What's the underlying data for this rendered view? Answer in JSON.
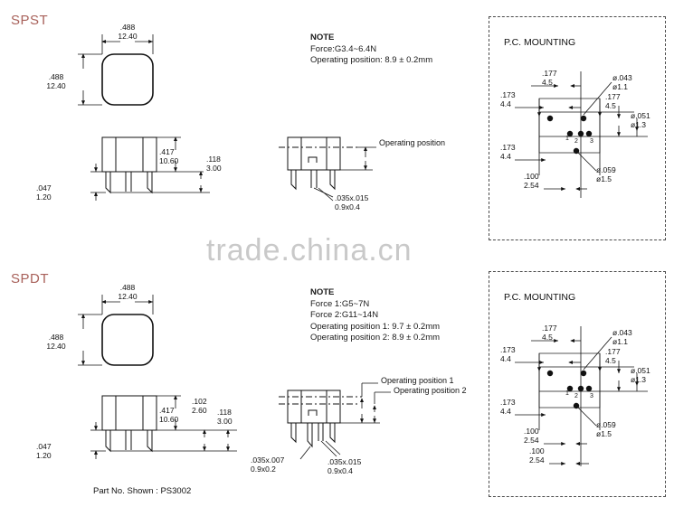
{
  "page": {
    "watermark": "trade.china.cn",
    "part_number_note": "Part No. Shown : PS3002"
  },
  "sections": [
    {
      "id": "spst",
      "label": "SPST",
      "top_view": {
        "width_dim": {
          "inch": ".488",
          "mm": "12.40"
        },
        "height_dim": {
          "inch": ".488",
          "mm": "12.40"
        }
      },
      "side_view": {
        "body_height": {
          "inch": ".417",
          "mm": "10.60"
        },
        "lead_offset": {
          "inch": ".118",
          "mm": "3.00"
        },
        "seat_height": {
          "inch": ".047",
          "mm": "1.20"
        }
      },
      "front_view": {
        "operating_labels": [
          "Operating position"
        ],
        "lead_section": {
          "inch": ".035x.015",
          "mm": "0.9x0.4"
        }
      },
      "note": {
        "title": "NOTE",
        "lines": [
          "Force:G3.4~6.4N",
          "Operating position: 8.9 ± 0.2mm"
        ]
      },
      "pc_mounting": {
        "title": "P.C. MOUNTING",
        "dims": [
          {
            "inch": ".177",
            "mm": "4.5"
          },
          {
            "inch": ".173",
            "mm": "4.4"
          },
          {
            "inch": ".173",
            "mm": "4.4"
          },
          {
            "inch": ".177",
            "mm": "4.5"
          },
          {
            "inch": ".100",
            "mm": "2.54"
          }
        ],
        "holes": [
          {
            "inch": "ø.043",
            "mm": "ø1.1"
          },
          {
            "inch": "ø.051",
            "mm": "ø1.3"
          },
          {
            "inch": "ø.059",
            "mm": "ø1.5"
          }
        ],
        "pins": [
          "1",
          "2",
          "3"
        ]
      }
    },
    {
      "id": "spdt",
      "label": "SPDT",
      "top_view": {
        "width_dim": {
          "inch": ".488",
          "mm": "12.40"
        },
        "height_dim": {
          "inch": ".488",
          "mm": "12.40"
        }
      },
      "side_view": {
        "body_height": {
          "inch": ".417",
          "mm": "10.60"
        },
        "mid_dim": {
          "inch": ".102",
          "mm": "2.60"
        },
        "lead_offset": {
          "inch": ".118",
          "mm": "3.00"
        },
        "seat_height": {
          "inch": ".047",
          "mm": "1.20"
        }
      },
      "front_view": {
        "operating_labels": [
          "Operating position 1",
          "Operating position 2"
        ],
        "lead_section_a": {
          "inch": ".035x.007",
          "mm": "0.9x0.2"
        },
        "lead_section_b": {
          "inch": ".035x.015",
          "mm": "0.9x0.4"
        }
      },
      "note": {
        "title": "NOTE",
        "lines": [
          "Force 1:G5~7N",
          "Force 2:G11~14N",
          "Operating position 1: 9.7 ± 0.2mm",
          "Operating position 2: 8.9 ± 0.2mm"
        ]
      },
      "pc_mounting": {
        "title": "P.C. MOUNTING",
        "dims": [
          {
            "inch": ".177",
            "mm": "4.5"
          },
          {
            "inch": ".173",
            "mm": "4.4"
          },
          {
            "inch": ".173",
            "mm": "4.4"
          },
          {
            "inch": ".177",
            "mm": "4.5"
          },
          {
            "inch": ".100",
            "mm": "2.54"
          },
          {
            "inch": ".100",
            "mm": "2.54"
          }
        ],
        "holes": [
          {
            "inch": "ø.043",
            "mm": "ø1.1"
          },
          {
            "inch": "ø.051",
            "mm": "ø1.3"
          },
          {
            "inch": "ø.059",
            "mm": "ø1.5"
          }
        ],
        "pins": [
          "1",
          "2",
          "3"
        ]
      }
    }
  ],
  "colors": {
    "label": "#a8615a",
    "line": "#111111",
    "watermark": "#c9c9c9",
    "box_border": "#4a4a4a"
  }
}
